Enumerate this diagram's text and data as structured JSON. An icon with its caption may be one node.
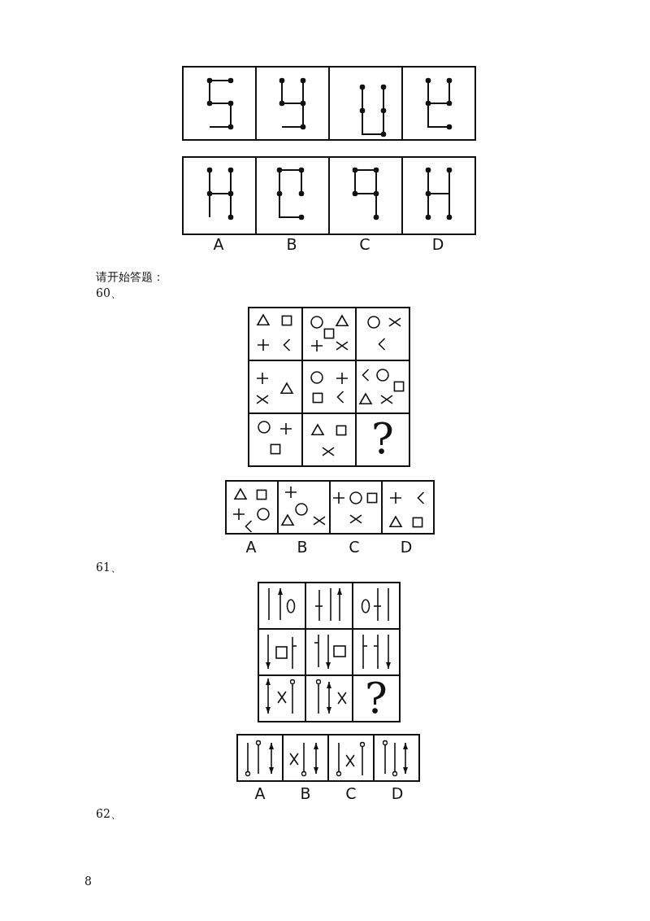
{
  "diagram": {
    "labels": [
      "A",
      "B",
      "C",
      "D",
      "请开始答题：",
      "60、",
      "?",
      "A",
      "B",
      "C",
      "D",
      "61、",
      "?",
      "A",
      "B",
      "C",
      "D",
      "62、",
      "8"
    ]
  }
}
